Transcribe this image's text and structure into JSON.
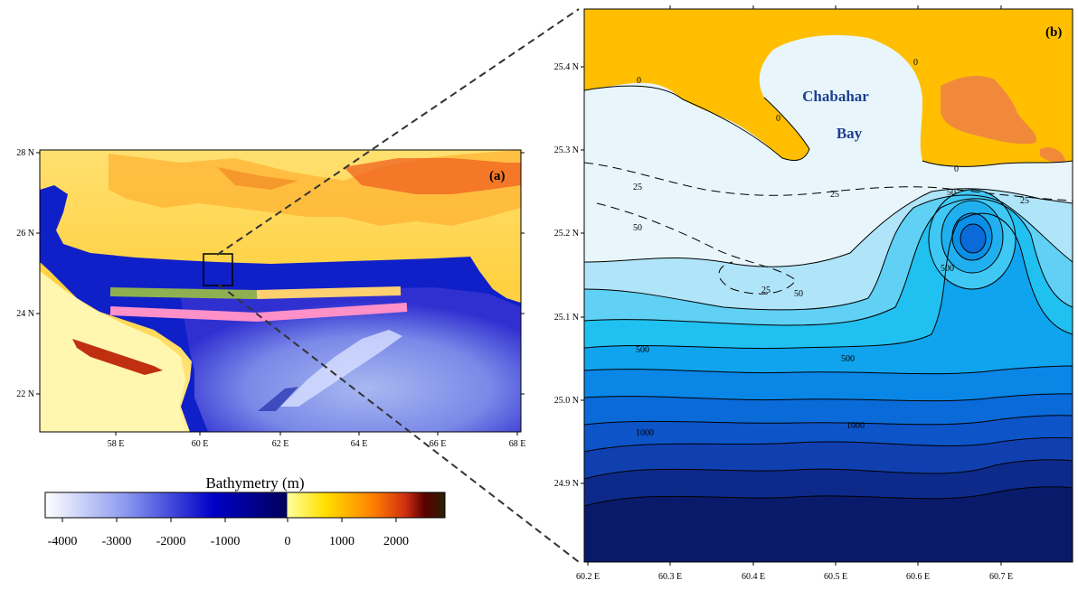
{
  "panel_a": {
    "label": "(a)",
    "x_ticks": [
      "58 E",
      "60 E",
      "62 E",
      "64 E",
      "66 E",
      "68 E"
    ],
    "y_ticks": [
      "28 N",
      "26 N",
      "24 N",
      "22 N"
    ]
  },
  "colorbar": {
    "title": "Bathymetry (m)",
    "ticks": [
      "-4000",
      "-3000",
      "-2000",
      "-1000",
      "0",
      "1000",
      "2000"
    ],
    "range_m": [
      -4600,
      2800
    ],
    "colors": [
      "#ffffff",
      "#8c9af0",
      "#0000c8",
      "#00005a",
      "#ffffa0",
      "#ffe000",
      "#ff8000",
      "#d03010",
      "#5a0000",
      "#2a2000"
    ]
  },
  "panel_b": {
    "label": "(b)",
    "x_ticks": [
      "60.2 E",
      "60.3 E",
      "60.4 E",
      "60.5 E",
      "60.6 E",
      "60.7 E"
    ],
    "y_ticks": [
      "25.4 N",
      "25.3 N",
      "25.2 N",
      "25.1 N",
      "25.0 N",
      "24.9 N"
    ],
    "place_name_line1": "Chabahar",
    "place_name_line2": "Bay",
    "contour_labels": [
      "0",
      "0",
      "0",
      "0",
      "25",
      "25",
      "50",
      "25",
      "50",
      "25",
      "50",
      "500",
      "500",
      "500",
      "1000",
      "1000"
    ],
    "land_color": "#ffbf00"
  },
  "transects": [
    {
      "color": "#8fb050"
    },
    {
      "color": "#ffd070"
    },
    {
      "color": "#ff90c8"
    }
  ]
}
